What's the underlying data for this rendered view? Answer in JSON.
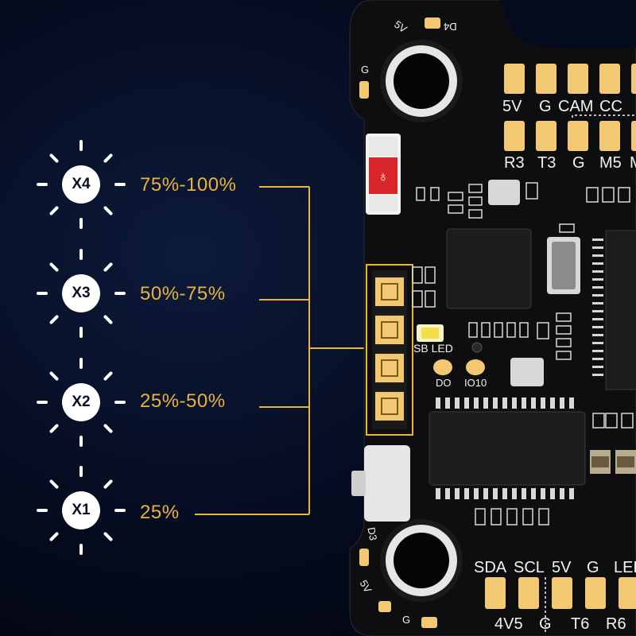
{
  "levels": [
    {
      "label": "X4",
      "range": "75%-100%"
    },
    {
      "label": "X3",
      "range": "50%-75%"
    },
    {
      "label": "X2",
      "range": "25%-50%"
    },
    {
      "label": "X1",
      "range": "25%"
    }
  ],
  "board": {
    "top_pads_row1": [
      "5V",
      "G",
      "CAM",
      "CC"
    ],
    "top_pads_row2": [
      "R3",
      "T3",
      "G",
      "M5",
      "M"
    ],
    "bottom_pads_row1": [
      "SDA",
      "SCL",
      "5V",
      "G",
      "LED"
    ],
    "bottom_pads_row2": [
      "4V5",
      "G",
      "T6",
      "R6"
    ],
    "sb_led": "SB LED",
    "do_label": "DO",
    "io_label": "IO10",
    "corner_top": {
      "a": "5V",
      "b": "D4",
      "g": "G"
    },
    "corner_bottom": {
      "a": "D3",
      "b": "5V",
      "g": "G"
    }
  },
  "colors": {
    "accent": "#e8b43a",
    "pcb": "#0e0e10",
    "pad": "#f2c870",
    "led_red": "#d8262a"
  },
  "icons": [
    "led-bulb-icon",
    "mounting-hole-icon",
    "button-icon",
    "led-strip-icon"
  ]
}
